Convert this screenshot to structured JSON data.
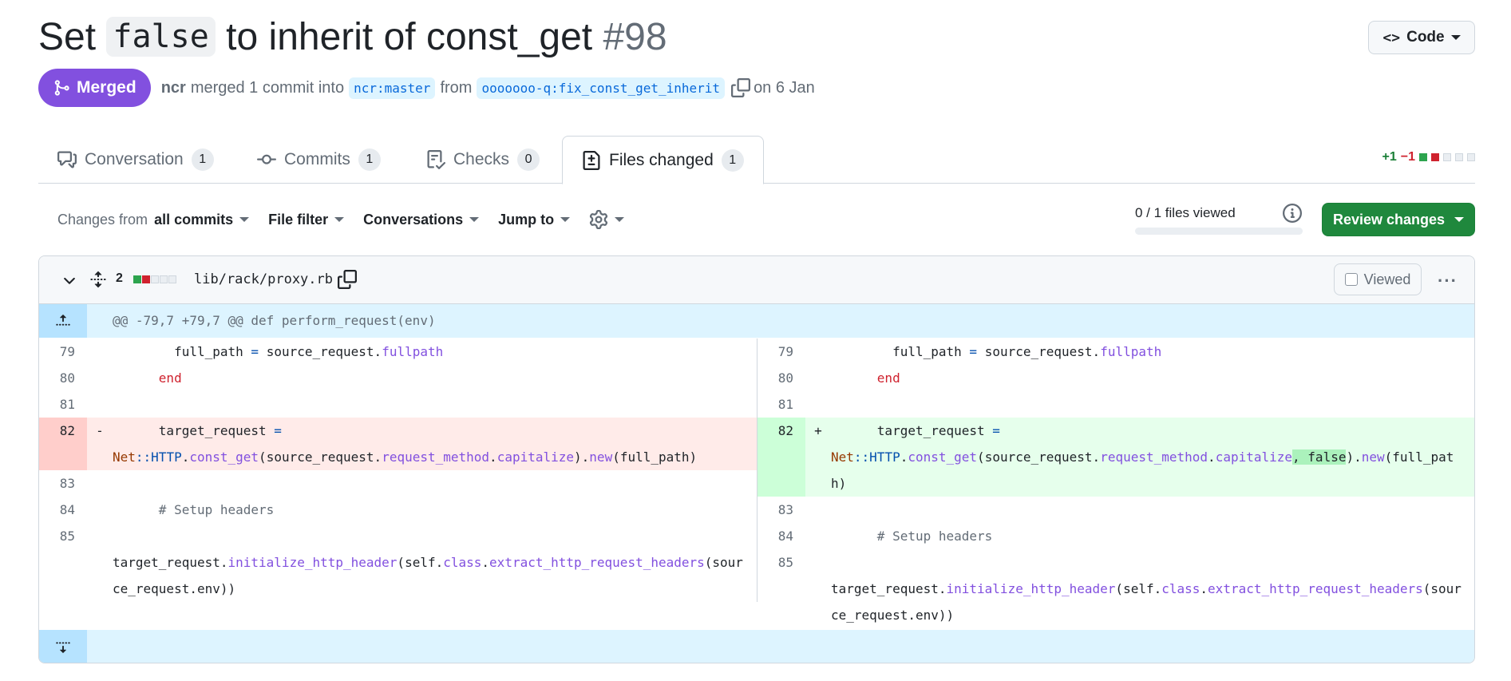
{
  "pr": {
    "title_before": "Set",
    "title_code": "false",
    "title_after": "to inherit of const_get",
    "number": "#98",
    "state": "Merged",
    "author": "ncr",
    "merge_text": "merged 1 commit into",
    "base_branch": "ncr:master",
    "from_text": "from",
    "head_branch": "ooooooo-q:fix_const_get_inherit",
    "date_text": "on 6 Jan"
  },
  "header": {
    "code_button": "Code"
  },
  "tabs": [
    {
      "label": "Conversation",
      "count": "1"
    },
    {
      "label": "Commits",
      "count": "1"
    },
    {
      "label": "Checks",
      "count": "0"
    },
    {
      "label": "Files changed",
      "count": "1"
    }
  ],
  "diffstat": {
    "additions": "+1",
    "deletions": "−1"
  },
  "toolbar": {
    "changes_prefix": "Changes from",
    "changes_value": "all commits",
    "file_filter": "File filter",
    "conversations": "Conversations",
    "jump_to": "Jump to",
    "files_viewed": "0 / 1 files viewed",
    "files_viewed_fraction": 0,
    "review_button": "Review changes"
  },
  "file": {
    "changes_count": "2",
    "path": "lib/rack/proxy.rb",
    "viewed_label": "Viewed",
    "hunk_header": "@@ -79,7 +79,7 @@ def perform_request(env)"
  },
  "diff": {
    "left": [
      {
        "num": "79",
        "marker": ""
      },
      {
        "num": "80",
        "marker": ""
      },
      {
        "num": "81",
        "marker": ""
      },
      {
        "num": "82",
        "marker": "-"
      },
      {
        "num": "83",
        "marker": ""
      },
      {
        "num": "84",
        "marker": ""
      },
      {
        "num": "85",
        "marker": ""
      }
    ],
    "right": [
      {
        "num": "79",
        "marker": ""
      },
      {
        "num": "80",
        "marker": ""
      },
      {
        "num": "81",
        "marker": ""
      },
      {
        "num": "82",
        "marker": "+"
      },
      {
        "num": "83",
        "marker": ""
      },
      {
        "num": "84",
        "marker": ""
      },
      {
        "num": "85",
        "marker": ""
      }
    ],
    "tokens": {
      "indent_a": "        ",
      "indent_b": "      ",
      "full_path": "full_path",
      "eq": "=",
      "source_request": "source_request",
      "dot": ".",
      "fullpath": "fullpath",
      "end": "end",
      "target_request": "target_request",
      "net": "Net",
      "scope": "::",
      "http": "HTTP",
      "const_get": "const_get",
      "open_paren": "(",
      "request_method": "request_method",
      "capitalize": "capitalize",
      "close_paren": ")",
      "comma": ",",
      "false": "false",
      "new": "new",
      "full_path_args": "(full_path)",
      "comment": "# Setup headers",
      "initialize_http_header": "initialize_http_header",
      "self": "self",
      "class": "class",
      "extract_http_request_headers": "extract_http_request_headers",
      "source_env": "source_request.env))"
    }
  }
}
